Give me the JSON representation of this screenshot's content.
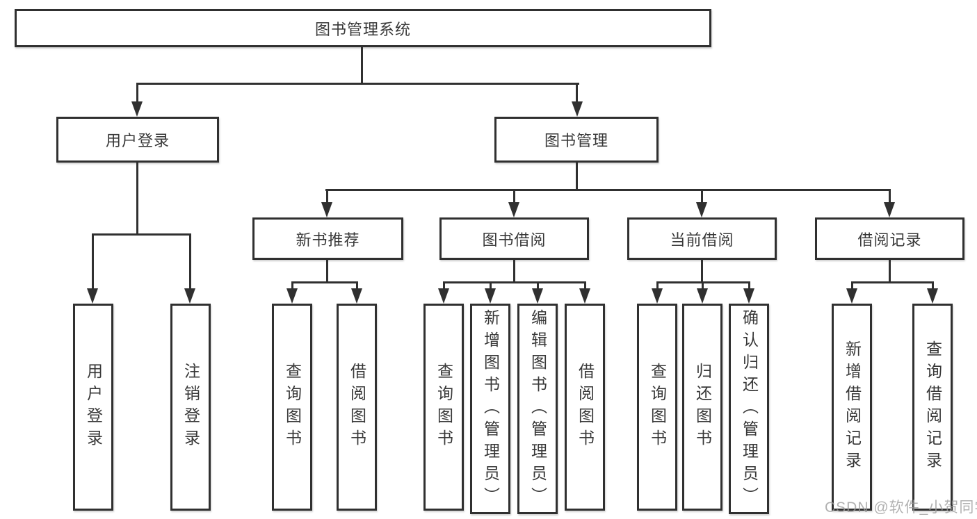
{
  "diagram": {
    "type": "hierarchy-tree",
    "colors": {
      "line": "#303030",
      "box_border": "#303030",
      "text": "#383838",
      "background": "#ffffff",
      "watermark": "#9e9e9e"
    },
    "tree": {
      "label": "图书管理系统",
      "children": [
        {
          "label": "用户登录",
          "children": [
            {
              "label": "用户登录"
            },
            {
              "label": "注销登录"
            }
          ]
        },
        {
          "label": "图书管理",
          "children": [
            {
              "label": "新书推荐",
              "children": [
                {
                  "label": "查询图书"
                },
                {
                  "label": "借阅图书"
                }
              ]
            },
            {
              "label": "图书借阅",
              "children": [
                {
                  "label": "查询图书"
                },
                {
                  "label": "新增图书（管理员）"
                },
                {
                  "label": "编辑图书（管理员）"
                },
                {
                  "label": "借阅图书"
                }
              ]
            },
            {
              "label": "当前借阅",
              "children": [
                {
                  "label": "查询图书"
                },
                {
                  "label": "归还图书"
                },
                {
                  "label": "确认归还（管理员）"
                }
              ]
            },
            {
              "label": "借阅记录",
              "children": [
                {
                  "label": "新增借阅记录"
                },
                {
                  "label": "查询借阅记录"
                }
              ]
            }
          ]
        }
      ]
    },
    "watermark": {
      "text": "CSDN @软件_小贺同学"
    }
  }
}
